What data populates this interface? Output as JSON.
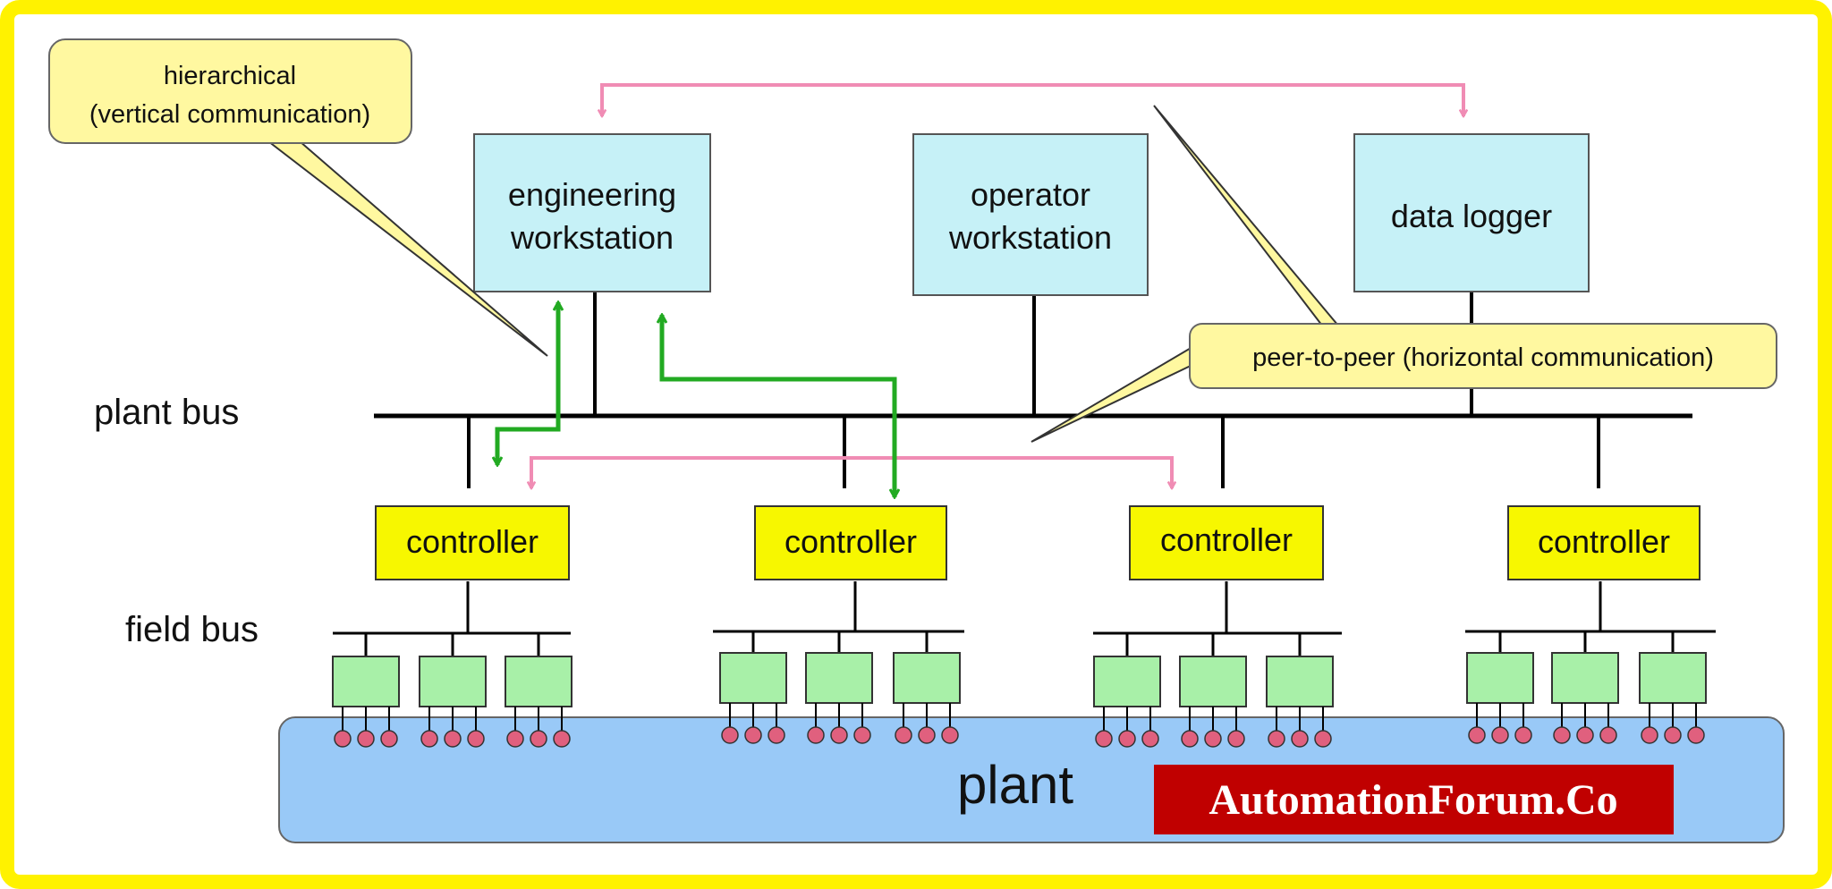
{
  "colors": {
    "frame": "#FFF200",
    "workstation_fill": "#C6F1F7",
    "controller_fill": "#F7F700",
    "device_fill": "#A8F0A8",
    "plant_fill": "#99C9F7",
    "sensor_fill": "#E0607E",
    "callout_fill": "#FFF8A0",
    "peer_arrow": "#F08CB4",
    "hier_arrow": "#22AA22",
    "watermark_bg": "#C00000"
  },
  "callouts": {
    "hierarchical_line1": "hierarchical",
    "hierarchical_line2": "(vertical communication)",
    "peer": "peer-to-peer (horizontal communication)"
  },
  "workstations": {
    "engineering_line1": "engineering",
    "engineering_line2": "workstation",
    "operator_line1": "operator",
    "operator_line2": "workstation",
    "logger": "data logger"
  },
  "buses": {
    "plant_bus": "plant bus",
    "field_bus": "field bus"
  },
  "controllers": [
    "controller",
    "controller",
    "controller",
    "controller"
  ],
  "plant": "plant",
  "watermark": "AutomationForum.Co"
}
